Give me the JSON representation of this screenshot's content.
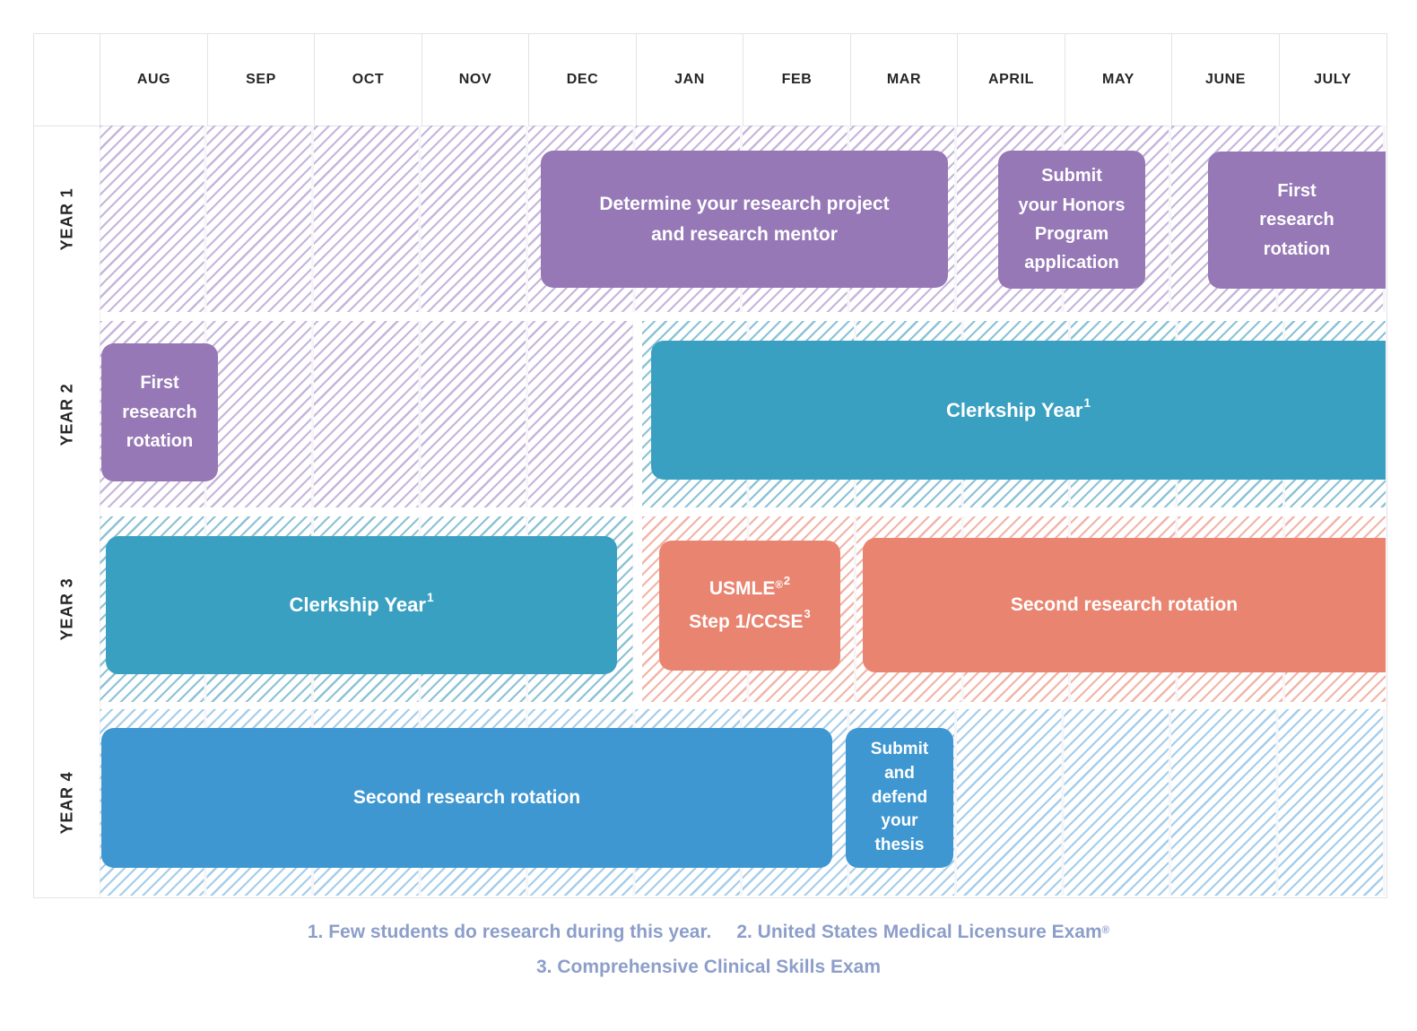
{
  "chart_data": {
    "type": "table",
    "subtype": "gantt-timeline",
    "x_categories": [
      "AUG",
      "SEP",
      "OCT",
      "NOV",
      "DEC",
      "JAN",
      "FEB",
      "MAR",
      "APRIL",
      "MAY",
      "JUNE",
      "JULY"
    ],
    "rows": [
      "YEAR 1",
      "YEAR 2",
      "YEAR 3",
      "YEAR 4"
    ],
    "bars": [
      {
        "row": "YEAR 1",
        "label": "Determine your research project and research mentor",
        "start": "DEC",
        "end": "MAR",
        "color": "purple"
      },
      {
        "row": "YEAR 1",
        "label": "Submit your Honors Program application",
        "start": "APRIL",
        "end": "MAY",
        "color": "purple"
      },
      {
        "row": "YEAR 1",
        "label": "First research rotation",
        "start": "JUNE",
        "end": "JULY",
        "color": "purple"
      },
      {
        "row": "YEAR 2",
        "label": "First research rotation",
        "start": "AUG",
        "end": "AUG",
        "color": "purple"
      },
      {
        "row": "YEAR 2",
        "label": "Clerkship Year [note 1]",
        "start": "JAN",
        "end": "JULY",
        "color": "teal"
      },
      {
        "row": "YEAR 3",
        "label": "Clerkship Year [note 1]",
        "start": "AUG",
        "end": "DEC",
        "color": "teal"
      },
      {
        "row": "YEAR 3",
        "label": "USMLE [note 2] Step 1/CCSE [note 3]",
        "start": "JAN",
        "end": "FEB",
        "color": "salmon"
      },
      {
        "row": "YEAR 3",
        "label": "Second research rotation",
        "start": "MAR",
        "end": "JULY",
        "color": "salmon"
      },
      {
        "row": "YEAR 4",
        "label": "Second research rotation",
        "start": "AUG",
        "end": "FEB",
        "color": "blue"
      },
      {
        "row": "YEAR 4",
        "label": "Submit and defend your thesis",
        "start": "MAR",
        "end": "MAR",
        "color": "blue"
      }
    ],
    "legend_position": "none",
    "grid": true
  },
  "months": [
    "AUG",
    "SEP",
    "OCT",
    "NOV",
    "DEC",
    "JAN",
    "FEB",
    "MAR",
    "APRIL",
    "MAY",
    "JUNE",
    "JULY"
  ],
  "years": [
    "YEAR 1",
    "YEAR 2",
    "YEAR 3",
    "YEAR 4"
  ],
  "bars": {
    "determine": {
      "l1": "Determine your research project",
      "l2": "and research mentor"
    },
    "submit_honors": {
      "l1": "Submit",
      "l2": "your Honors",
      "l3": "Program",
      "l4": "application"
    },
    "first_rotation_y1": {
      "l1": "First",
      "l2": "research",
      "l3": "rotation"
    },
    "first_rotation_y2": {
      "l1": "First",
      "l2": "research",
      "l3": "rotation"
    },
    "clerkship_y2": {
      "text": "Clerkship Year",
      "sup": "1"
    },
    "clerkship_y3": {
      "text": "Clerkship Year",
      "sup": "1"
    },
    "usmle": {
      "l1": "USMLE",
      "reg": "®",
      "sup1": "2",
      "l2": "Step 1/CCSE",
      "sup2": "3"
    },
    "second_rotation_y3": {
      "text": "Second research rotation"
    },
    "second_rotation_y4": {
      "text": "Second research rotation"
    },
    "thesis": {
      "l1": "Submit",
      "l2": "and",
      "l3": "defend",
      "l4": "your",
      "l5": "thesis"
    }
  },
  "footnotes": {
    "n1": "1. Few students do research during this year.",
    "n2": "2. United States Medical Licensure Exam",
    "n2_reg": "®",
    "n3": "3. Comprehensive Clinical Skills Exam"
  },
  "colors": {
    "purple": "#9678b6",
    "teal": "#3aa0c1",
    "salmon": "#e98470",
    "blue": "#3e97d1",
    "hatch_purple": "#c6b5db",
    "hatch_teal": "#8cc2d5",
    "hatch_salmon": "#f2b4a7",
    "hatch_blue": "#a5cdea",
    "grid_line": "#e3e3e8",
    "footnote": "#8c9ec9"
  }
}
